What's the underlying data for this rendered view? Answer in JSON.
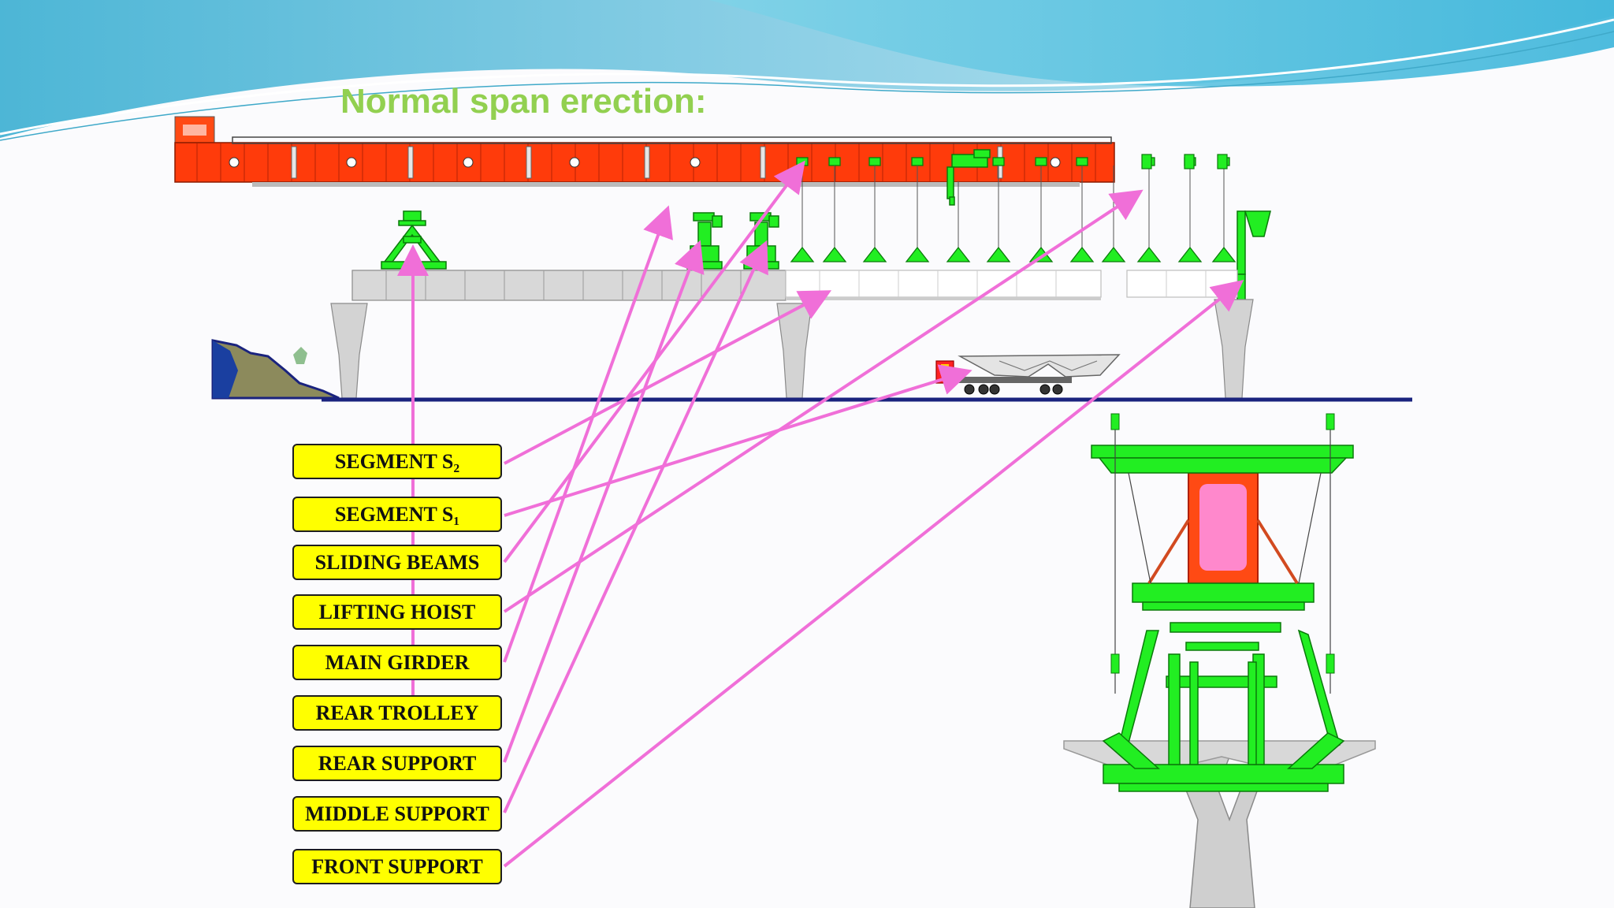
{
  "slide": {
    "title": "Normal span erection:"
  },
  "labels": [
    {
      "id": "segment-s2",
      "text": "SEGMENT S₂"
    },
    {
      "id": "segment-s1",
      "text": "SEGMENT S₁"
    },
    {
      "id": "sliding-beams",
      "text": "SLIDING BEAMS"
    },
    {
      "id": "lifting-hoist",
      "text": "LIFTING HOIST"
    },
    {
      "id": "main-girder",
      "text": "MAIN GIRDER"
    },
    {
      "id": "rear-trolley",
      "text": "REAR TROLLEY"
    },
    {
      "id": "rear-support",
      "text": "REAR SUPPORT"
    },
    {
      "id": "middle-support",
      "text": "MIDDLE SUPPORT"
    },
    {
      "id": "front-support",
      "text": "FRONT SUPPORT"
    }
  ],
  "colors": {
    "title": "#92d050",
    "label_fill": "#ffff00",
    "arrow": "#f06fd8",
    "girder": "#ff3b0b",
    "support_green": "#22ee22",
    "ground_line": "#1a237e",
    "concrete": "#cfcfcf",
    "pier_core": "#ff4a14",
    "pier_core_inner": "#ff88cc"
  }
}
